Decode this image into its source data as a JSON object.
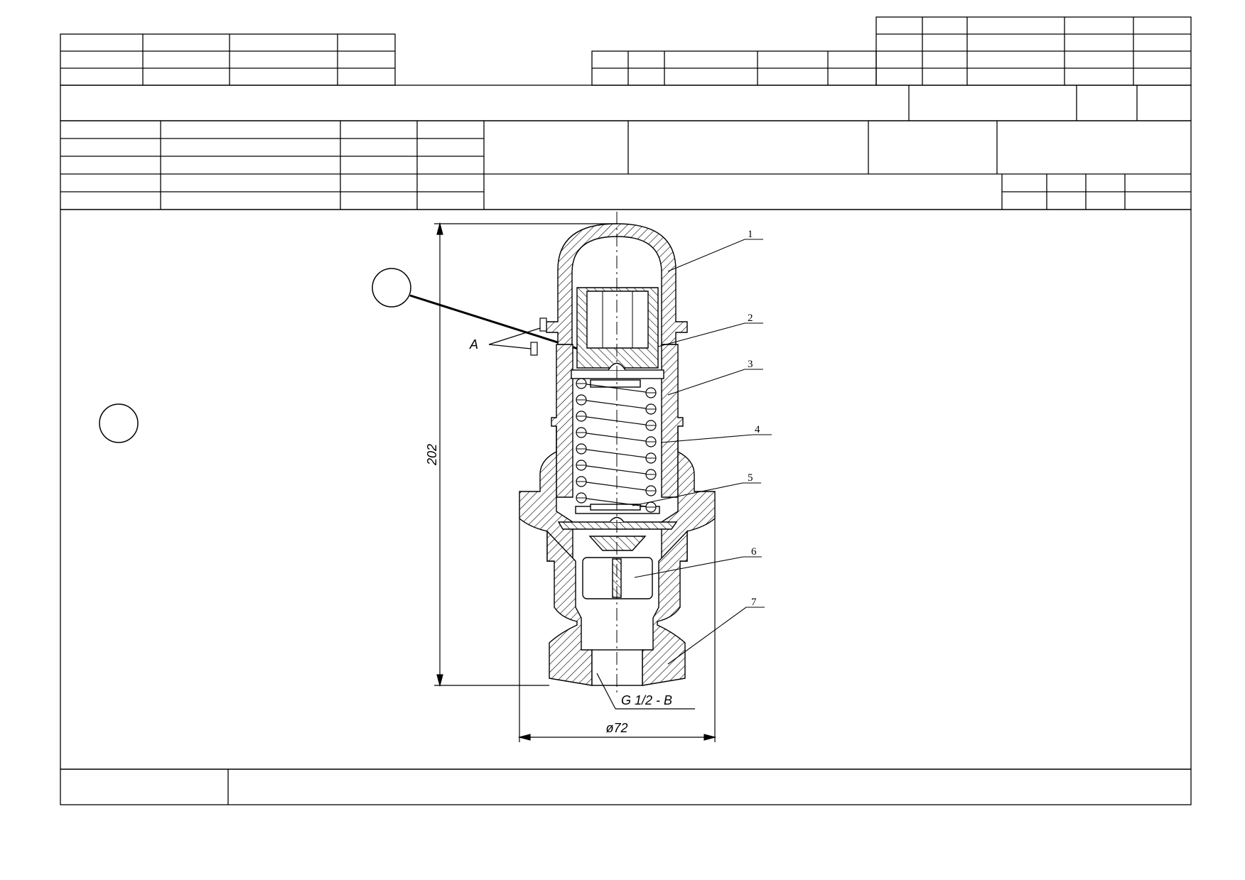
{
  "drawing": {
    "callouts": [
      {
        "id": "callout-1",
        "label": "1"
      },
      {
        "id": "callout-2",
        "label": "2"
      },
      {
        "id": "callout-3",
        "label": "3"
      },
      {
        "id": "callout-4",
        "label": "4"
      },
      {
        "id": "callout-5",
        "label": "5"
      },
      {
        "id": "callout-6",
        "label": "6"
      },
      {
        "id": "callout-7",
        "label": "7"
      }
    ],
    "view_label": "A",
    "height_dimension": "202",
    "diameter_dimension": "ø72",
    "thread_label": "G 1/2 - B"
  },
  "colors": {
    "line": "#000000",
    "background": "#ffffff"
  }
}
